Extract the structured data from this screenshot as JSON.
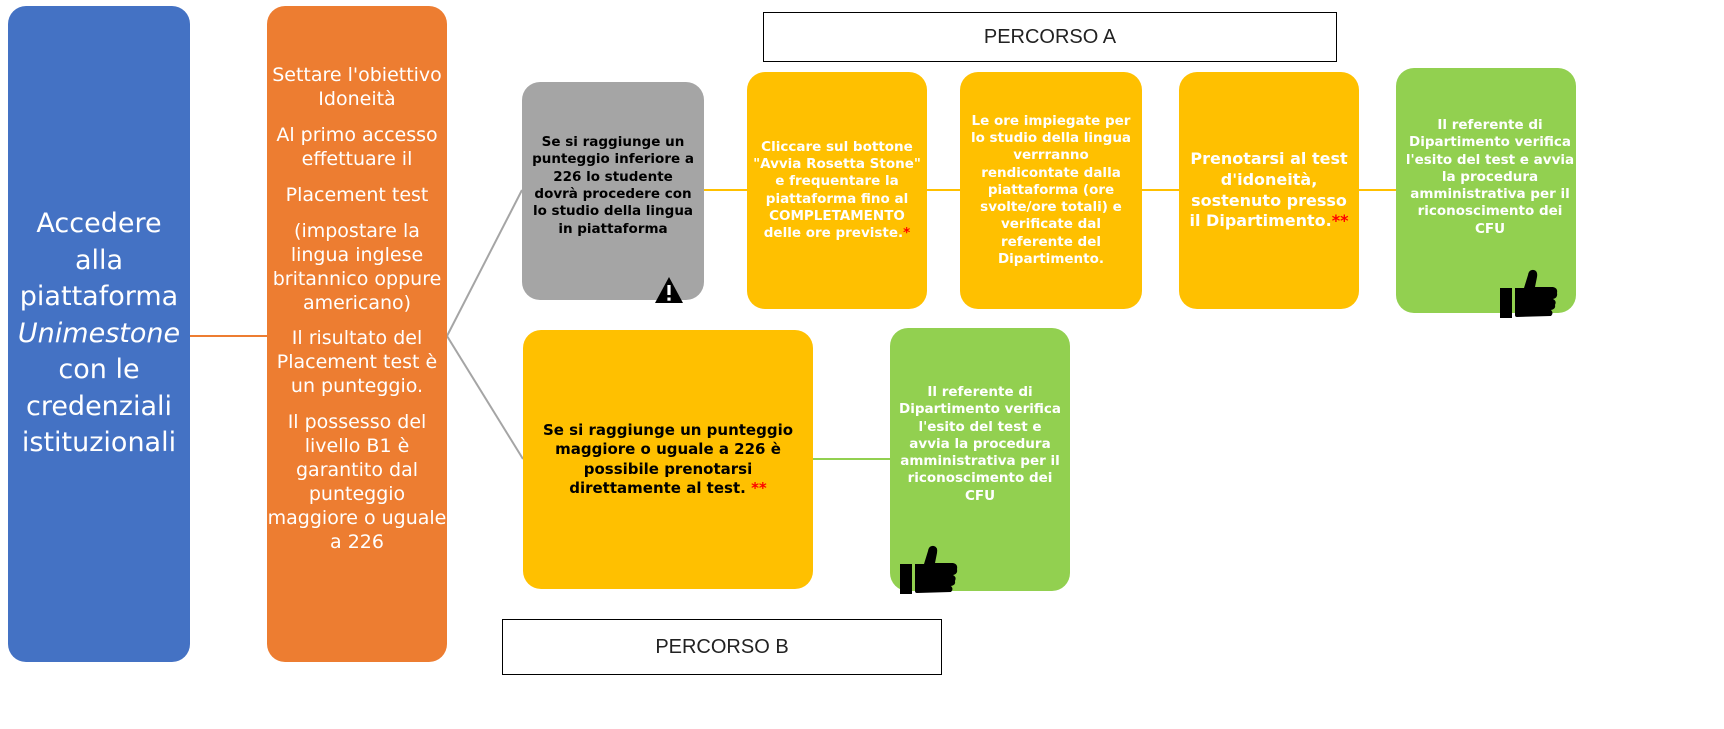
{
  "colors": {
    "blue": "#4472c4",
    "orange": "#ed7d31",
    "grey": "#a5a5a5",
    "yellow": "#ffc000",
    "green": "#92d050",
    "red_asterisk": "#ff0000"
  },
  "access_box": {
    "line1": "Accedere",
    "line2": "alla",
    "line3": "piattaforma",
    "platform": "Unimestone",
    "line5": "con le",
    "line6": "credenziali",
    "line7": "istituzionali"
  },
  "placement_box": {
    "p1": "Settare l'obiettivo Idoneità",
    "p2": "Al primo accesso effettuare il",
    "p3": "Placement test",
    "p4": "(impostare la lingua inglese britannico oppure americano)",
    "p5": "Il risultato del Placement test è un punteggio.",
    "p6": "Il possesso del livello B1 è garantito dal punteggio maggiore o uguale a 226"
  },
  "path_labels": {
    "a": "PERCORSO A",
    "b": "PERCORSO B"
  },
  "path_a": {
    "lower_score": "Se si raggiunge un punteggio inferiore a 226 lo studente dovrà procedere con lo studio della lingua in piattaforma",
    "rosetta": "Cliccare sul bottone \"Avvia Rosetta Stone\" e frequentare la piattaforma fino al COMPLETAMENTO delle ore previste.",
    "rosetta_mark": "*",
    "hours": "Le ore impiegate per lo studio della lingua verrranno rendicontate dalla piattaforma (ore svolte/ore totali) e verificate dal referente del Dipartimento.",
    "book_test": "Prenotarsi al test d'idoneità, sostenuto presso il Dipartimento.",
    "book_mark": "**",
    "referent": "Il referente di Dipartimento verifica l'esito del test e avvia la procedura amministrativa per il riconoscimento dei CFU"
  },
  "path_b": {
    "higher_score": "Se si raggiunge un punteggio maggiore o uguale a 226 è possibile prenotarsi direttamente al test.",
    "higher_mark": "**",
    "referent": "Il referente di Dipartimento verifica l'esito del test e avvia la procedura amministrativa per il riconoscimento dei CFU"
  },
  "icons": {
    "warning": "warning-icon",
    "thumbs_up": "thumbs-up-icon"
  }
}
